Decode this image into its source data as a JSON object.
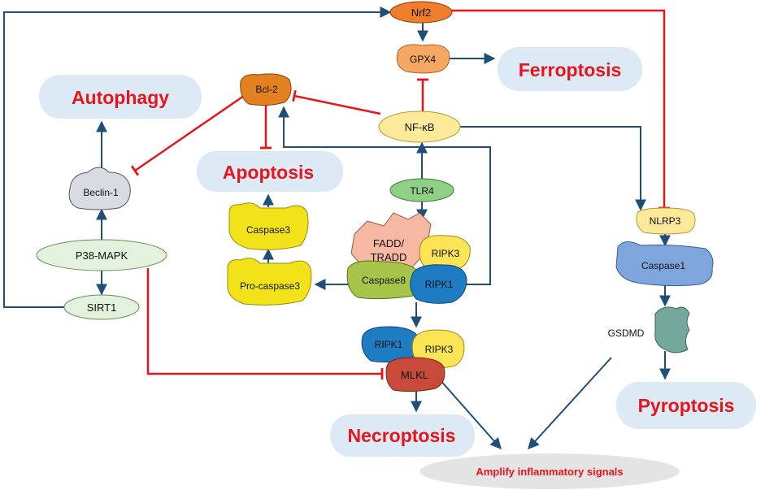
{
  "colors": {
    "activation": "#1f4e79",
    "inhibition": "#e8141b",
    "outcome_bg": "#dceaf6",
    "outcome_text": "#e8141b",
    "inflammatory_bg": "#e4e4e4"
  },
  "outcomes": {
    "autophagy": "Autophagy",
    "apoptosis": "Apoptosis",
    "ferroptosis": "Ferroptosis",
    "necroptosis": "Necroptosis",
    "pyroptosis": "Pyroptosis",
    "inflammatory": "Amplify inflammatory signals"
  },
  "nodes": {
    "nrf2": "Nrf2",
    "gpx4": "GPX4",
    "bcl2": "Bcl-2",
    "nfkb": "NF-κB",
    "tlr4": "TLR4",
    "fadd": "FADD/",
    "tradd": "TRADD",
    "caspase8": "Caspase8",
    "ripk3_top": "RIPK3",
    "ripk1_top": "RIPK1",
    "beclin1": "Beclin-1",
    "p38": "P38-MAPK",
    "sirt1": "SIRT1",
    "caspase3": "Caspase3",
    "procaspase3": "Pro-caspase3",
    "ripk1_low": "RIPK1",
    "ripk3_low": "RIPK3",
    "mlkl": "MLKL",
    "nlrp3": "NLRP3",
    "caspase1": "Caspase1",
    "gsdmd": "GSDMD"
  }
}
